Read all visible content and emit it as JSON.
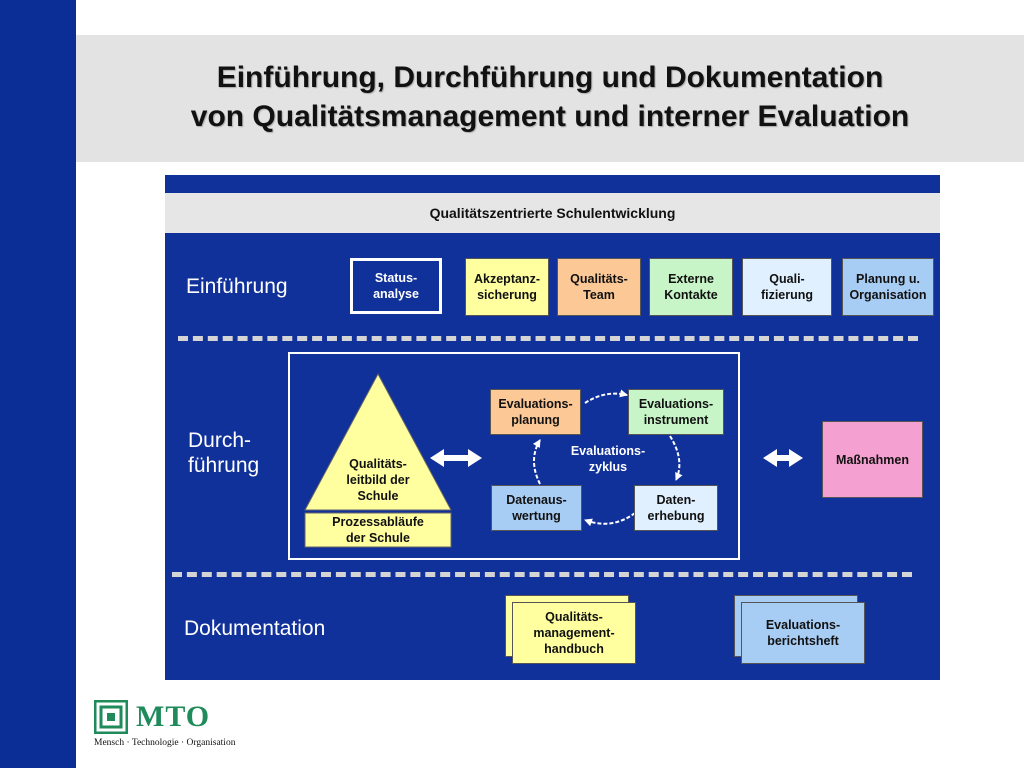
{
  "title": {
    "line1": "Einführung, Durchführung und Dokumentation",
    "line2": "von Qualitätsmanagement und interner Evaluation"
  },
  "diagram": {
    "header": "Qualitätszentrierte Schulentwicklung",
    "sections": {
      "einfuehrung": "Einführung",
      "durchfuehrung_1": "Durch-",
      "durchfuehrung_2": "führung",
      "dokumentation": "Dokumentation"
    },
    "einfuehrung_boxes": {
      "status_1": "Status-",
      "status_2": "analyse",
      "akzeptanz_1": "Akzeptanz-",
      "akzeptanz_2": "sicherung",
      "team_1": "Qualitäts-",
      "team_2": "Team",
      "kontakte_1": "Externe",
      "kontakte_2": "Kontakte",
      "qualifizierung_1": "Quali-",
      "qualifizierung_2": "fizierung",
      "planung_1": "Planung u.",
      "planung_2": "Organisation"
    },
    "pyramid": {
      "top_1": "Qualitäts-",
      "top_2": "leitbild der",
      "top_3": "Schule",
      "bottom_1": "Prozessabläufe",
      "bottom_2": "der Schule"
    },
    "cycle": {
      "center_1": "Evaluations-",
      "center_2": "zyklus",
      "planung_1": "Evaluations-",
      "planung_2": "planung",
      "instrument_1": "Evaluations-",
      "instrument_2": "instrument",
      "erhebung_1": "Daten-",
      "erhebung_2": "erhebung",
      "auswertung_1": "Datenaus-",
      "auswertung_2": "wertung"
    },
    "massnahmen": "Maßnahmen",
    "dokumentation_boxes": {
      "handbuch_1": "Qualitäts-",
      "handbuch_2": "management-",
      "handbuch_3": "handbuch",
      "bericht_1": "Evaluations-",
      "bericht_2": "berichtsheft"
    },
    "colors": {
      "panel": "#10309a",
      "yellow": "#ffffa0",
      "orange": "#fbc896",
      "green": "#c8f5c8",
      "lightblue": "#e0f0ff",
      "blue": "#a8cdf4",
      "pink": "#f4a0d0"
    }
  },
  "logo": {
    "name": "MTO",
    "tagline": "Mensch · Technologie · Organisation"
  }
}
